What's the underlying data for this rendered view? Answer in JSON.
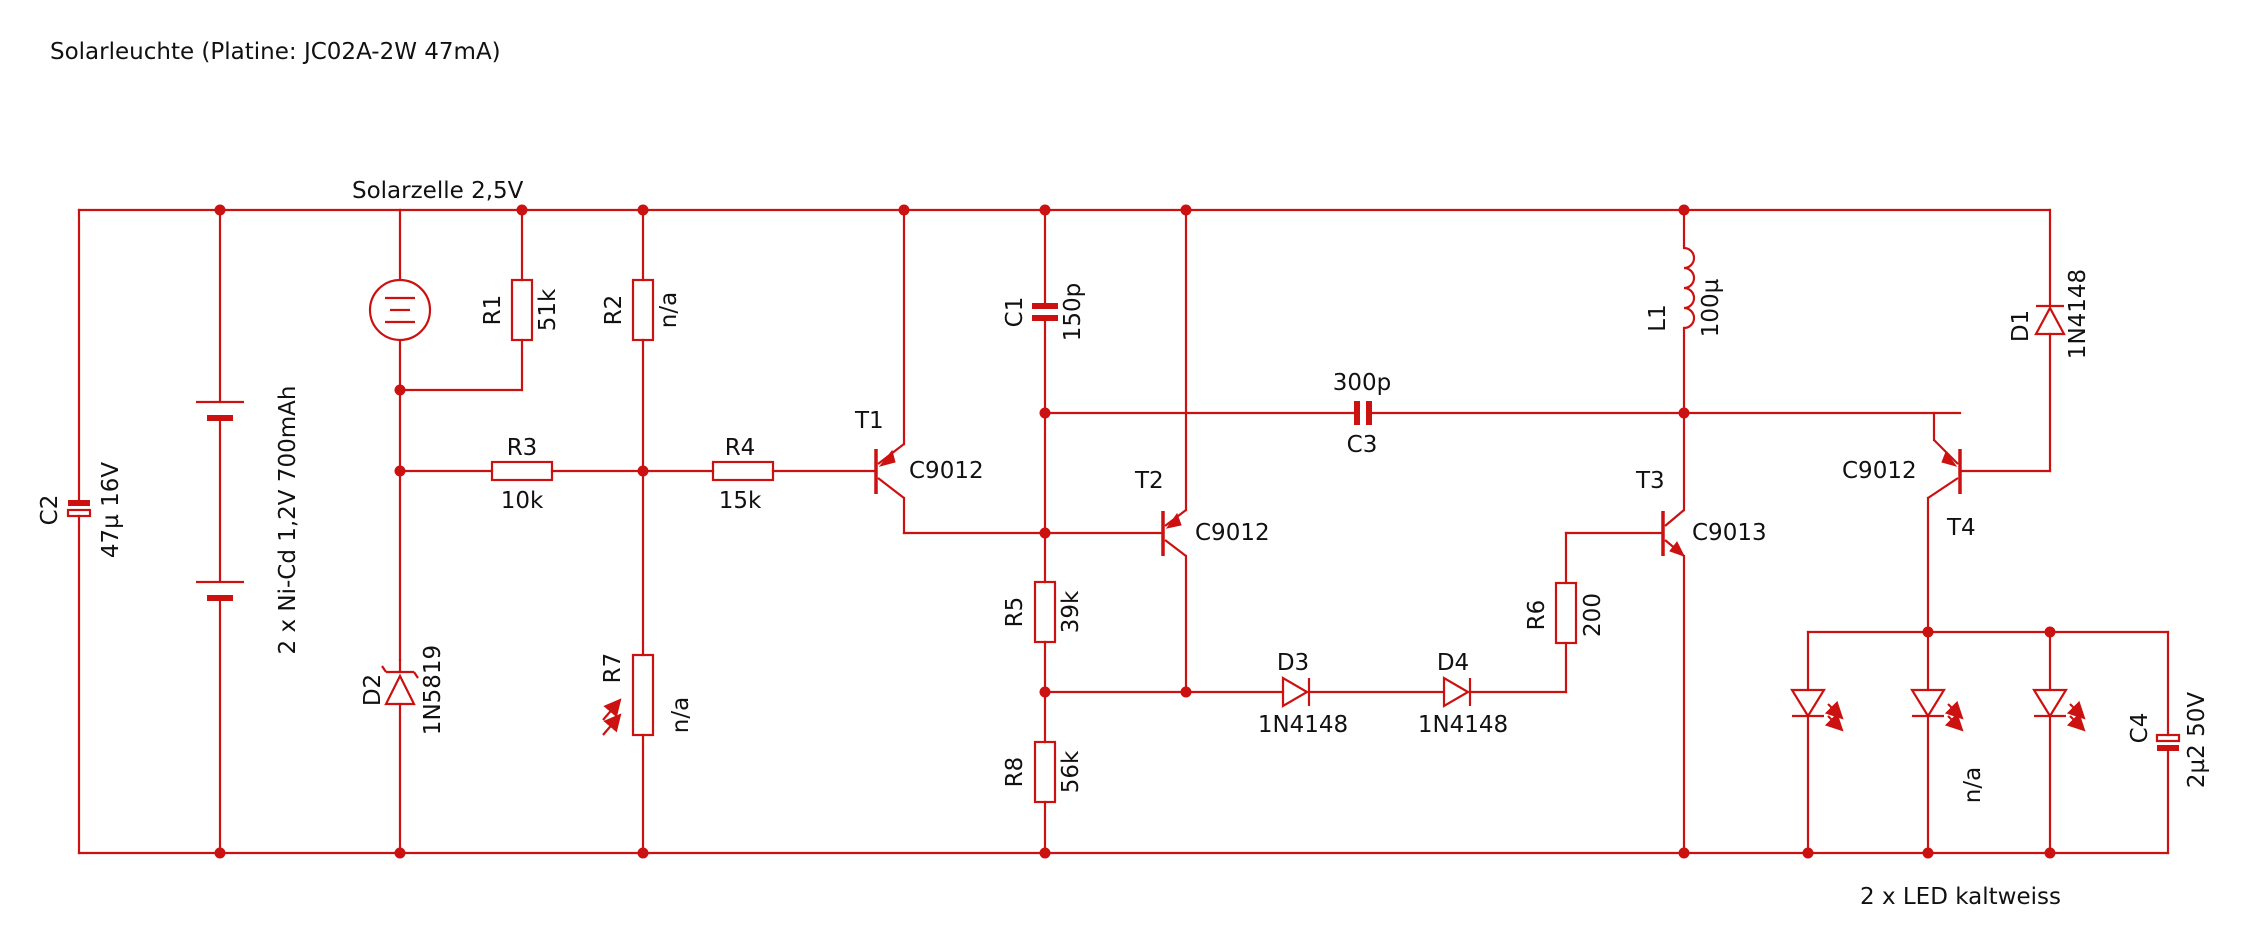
{
  "title": "Solarleuchte (Platine: JC02A-2W 47mA)",
  "colors": {
    "wire": "#cc1111",
    "text": "#111111",
    "background": "#ffffff"
  },
  "rail_label": "Solarzelle 2,5V",
  "components": {
    "c2": {
      "ref": "C2",
      "value": "47µ 16V"
    },
    "bat": {
      "value": "2 x Ni-Cd 1,2V 700mAh"
    },
    "d2": {
      "ref": "D2",
      "value": "1N5819"
    },
    "r1": {
      "ref": "R1",
      "value": "51k"
    },
    "r2": {
      "ref": "R2",
      "value": "n/a"
    },
    "r3": {
      "ref": "R3",
      "value": "10k"
    },
    "r4": {
      "ref": "R4",
      "value": "15k"
    },
    "r7": {
      "ref": "R7",
      "value": "n/a"
    },
    "t1": {
      "ref": "T1",
      "value": "C9012"
    },
    "c1": {
      "ref": "C1",
      "value": "150p"
    },
    "t2": {
      "ref": "T2",
      "value": "C9012"
    },
    "r5": {
      "ref": "R5",
      "value": "39k"
    },
    "r8": {
      "ref": "R8",
      "value": "56k"
    },
    "d3": {
      "ref": "D3",
      "value": "1N4148"
    },
    "d4": {
      "ref": "D4",
      "value": "1N4148"
    },
    "c3": {
      "ref": "C3",
      "value": "300p"
    },
    "r6": {
      "ref": "R6",
      "value": "200"
    },
    "t3": {
      "ref": "T3",
      "value": "C9013"
    },
    "l1": {
      "ref": "L1",
      "value": "100µ"
    },
    "d1": {
      "ref": "D1",
      "value": "1N4148"
    },
    "t4": {
      "ref": "T4",
      "value": "C9012"
    },
    "c4": {
      "ref": "C4",
      "value": "2µ2 50V"
    },
    "led_mid": {
      "value": "n/a"
    }
  },
  "led_label": "2 x LED kaltweiss"
}
